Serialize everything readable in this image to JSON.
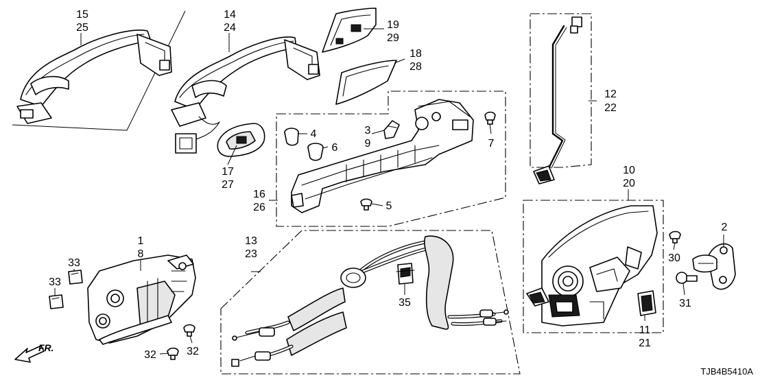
{
  "diagram_code": "TJB4B5410A",
  "direction_label": "FR.",
  "callouts": [
    {
      "id": "c1",
      "primary": "15",
      "secondary": "25"
    },
    {
      "id": "c2",
      "primary": "14",
      "secondary": "24"
    },
    {
      "id": "c3",
      "primary": "19",
      "secondary": "29"
    },
    {
      "id": "c4",
      "primary": "18",
      "secondary": "28"
    },
    {
      "id": "c5",
      "primary": "17",
      "secondary": "27"
    },
    {
      "id": "c6",
      "primary": "4"
    },
    {
      "id": "c7",
      "primary": "3",
      "secondary": "9"
    },
    {
      "id": "c8",
      "primary": "6"
    },
    {
      "id": "c9",
      "primary": "7"
    },
    {
      "id": "c10",
      "primary": "16",
      "secondary": "26"
    },
    {
      "id": "c11",
      "primary": "5"
    },
    {
      "id": "c12",
      "primary": "12",
      "secondary": "22"
    },
    {
      "id": "c13",
      "primary": "10",
      "secondary": "20"
    },
    {
      "id": "c14",
      "primary": "1",
      "secondary": "8"
    },
    {
      "id": "c15",
      "primary": "13",
      "secondary": "23"
    },
    {
      "id": "c16",
      "primary": "33"
    },
    {
      "id": "c17",
      "primary": "33"
    },
    {
      "id": "c18",
      "primary": "35"
    },
    {
      "id": "c19",
      "primary": "2"
    },
    {
      "id": "c20",
      "primary": "30"
    },
    {
      "id": "c21",
      "primary": "31"
    },
    {
      "id": "c22",
      "primary": "11",
      "secondary": "21"
    },
    {
      "id": "c23",
      "primary": "32"
    },
    {
      "id": "c24",
      "primary": "32"
    }
  ]
}
